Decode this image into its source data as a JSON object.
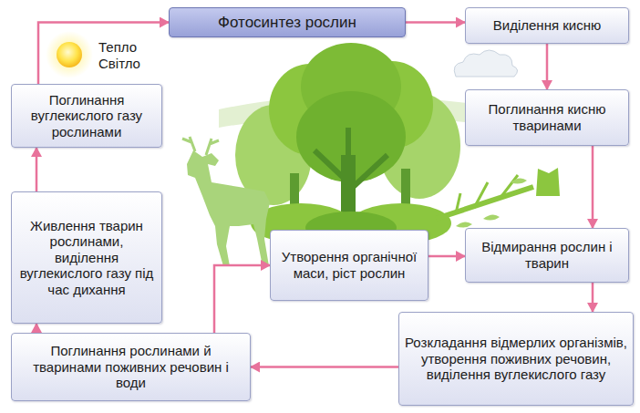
{
  "diagram": {
    "nodes": [
      {
        "text": [
          "Фотосинтез рослин"
        ]
      },
      {
        "text": [
          "Виділення кисню"
        ]
      },
      {
        "text": [
          "Поглинання кисню тваринами"
        ]
      },
      {
        "text": [
          "Поглинання вуглекислого газу рослинами"
        ]
      },
      {
        "text": [
          "Живлення тварин рослинами, виділення вуглекислого газу під час дихання"
        ]
      },
      {
        "text": [
          "Утворення органічної маси, ріст рослин"
        ]
      },
      {
        "text": [
          "Відмирання рослин і тварин"
        ]
      },
      {
        "text": [
          "Розкладання відмерлих організмів, утворення поживних речовин, виділення вуглекислого газу"
        ]
      },
      {
        "text": [
          "Поглинання рослинами й тваринами поживних речовин і води"
        ]
      }
    ],
    "edges": [
      {
        "from": 3,
        "to": 0,
        "arrow": "to"
      },
      {
        "from": 0,
        "to": 1,
        "arrow": "to"
      },
      {
        "from": 1,
        "to": 2,
        "arrow": "to"
      },
      {
        "from": 2,
        "to": 6,
        "arrow": "to"
      },
      {
        "from": 5,
        "to": 6,
        "arrow": "to"
      },
      {
        "from": 6,
        "to": 7,
        "arrow": "to"
      },
      {
        "from": 7,
        "to": 8,
        "arrow": "to"
      },
      {
        "from": 8,
        "to": 5,
        "arrow": "to"
      },
      {
        "from": 8,
        "to": 4,
        "arrow": "to"
      },
      {
        "from": 4,
        "to": 3,
        "arrow": "to"
      }
    ],
    "labels": [
      "Тепло",
      "Світло"
    ]
  }
}
